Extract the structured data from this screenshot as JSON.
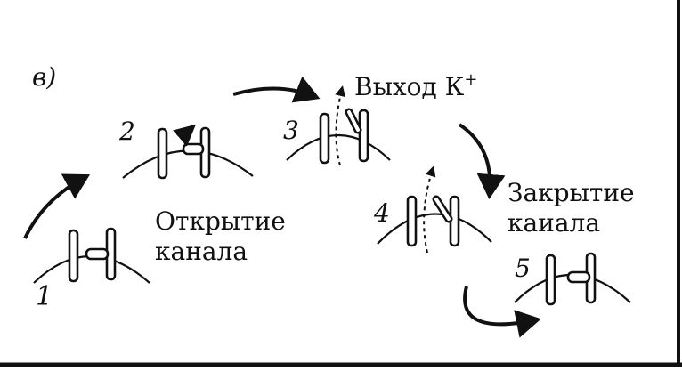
{
  "figure": {
    "panel_label": "в)",
    "steps": [
      {
        "number": "1"
      },
      {
        "number": "2"
      },
      {
        "number": "3"
      },
      {
        "number": "4"
      },
      {
        "number": "5"
      }
    ],
    "labels": {
      "opening_line1": "Открытие",
      "opening_line2": "канала",
      "exit": "Выход К",
      "exit_sup": "+",
      "closing_line1": "Закрытие",
      "closing_line2": "каиала"
    }
  }
}
